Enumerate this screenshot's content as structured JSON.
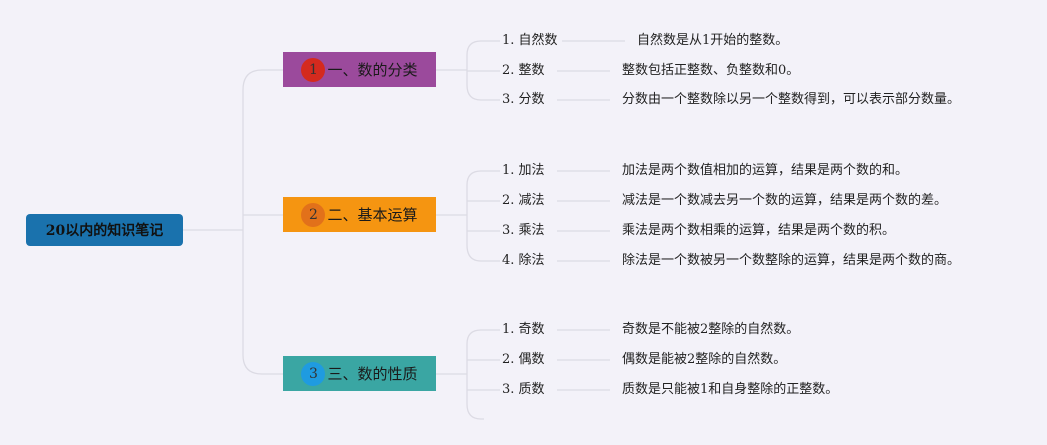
{
  "root": {
    "label": "20以内的知识笔记",
    "color": "#1a72ad"
  },
  "branches": [
    {
      "num": "1",
      "label": "一、数的分类",
      "color": "#9b4a9c",
      "num_color": "#d42a1e",
      "items": [
        {
          "label": "1. 自然数",
          "desc": "自然数是从1开始的整数。"
        },
        {
          "label": "2. 整数",
          "desc": "整数包括正整数、负整数和0。"
        },
        {
          "label": "3. 分数",
          "desc": "分数由一个整数除以另一个整数得到，可以表示部分数量。"
        }
      ]
    },
    {
      "num": "2",
      "label": "二、基本运算",
      "color": "#f59511",
      "num_color": "#e2711a",
      "items": [
        {
          "label": "1. 加法",
          "desc": "加法是两个数值相加的运算，结果是两个数的和。"
        },
        {
          "label": "2. 减法",
          "desc": "减法是一个数减去另一个数的运算，结果是两个数的差。"
        },
        {
          "label": "3. 乘法",
          "desc": "乘法是两个数相乘的运算，结果是两个数的积。"
        },
        {
          "label": "4. 除法",
          "desc": "除法是一个数被另一个数整除的运算，结果是两个数的商。"
        }
      ]
    },
    {
      "num": "3",
      "label": "三、数的性质",
      "color": "#3aa6a3",
      "num_color": "#1f9be0",
      "items": [
        {
          "label": "1. 奇数",
          "desc": "奇数是不能被2整除的自然数。"
        },
        {
          "label": "2. 偶数",
          "desc": "偶数是能被2整除的自然数。"
        },
        {
          "label": "3. 质数",
          "desc": "质数是只能被1和自身整除的正整数。"
        }
      ]
    }
  ]
}
